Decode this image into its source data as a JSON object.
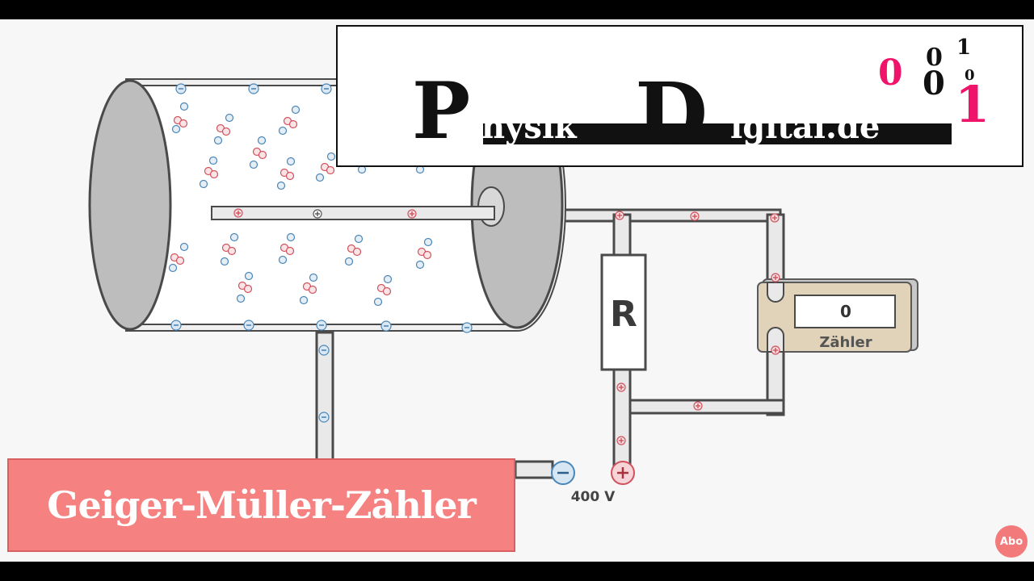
{
  "resistor_label": "R",
  "counter": {
    "value": "0",
    "label": "Zähler"
  },
  "voltage_label": "400 V",
  "logo": {
    "physik_initial": "P",
    "physik_rest": "hysik",
    "digital_initial": "D",
    "digital_rest": "igital.de",
    "bits": [
      "0",
      "0",
      "1",
      "0",
      "1"
    ]
  },
  "title": "Geiger-Müller-Zähler",
  "subscribe_label": "Abo",
  "colors": {
    "electron": "#4a86b8",
    "ion": "#d0525d",
    "logo_pink": "#f0136a",
    "title_bg": "#f58181"
  },
  "icons": {
    "electron": "minus-circle-icon",
    "ion": "plus-circle-icon"
  }
}
